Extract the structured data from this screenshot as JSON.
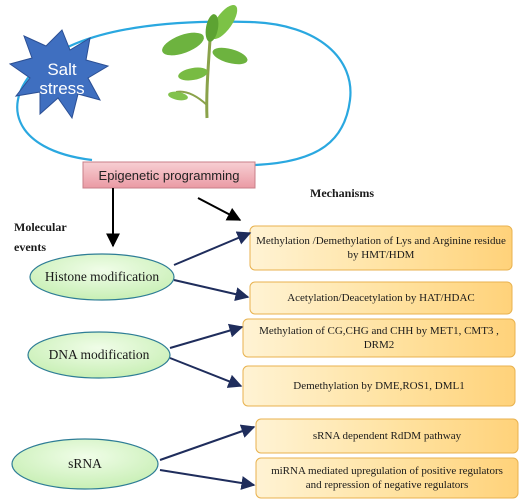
{
  "stress_label": "Salt stress",
  "programming_label": "Epigenetic programming",
  "mechanisms_heading": "Mechanisms",
  "molecular_events_heading": "Molecular events",
  "events": [
    {
      "label": "Histone modification"
    },
    {
      "label": "DNA modification"
    },
    {
      "label": "sRNA"
    }
  ],
  "mechanisms": [
    {
      "text": "Methylation /Demethylation of Lys and Arginine residue by HMT/HDM"
    },
    {
      "text": "Acetylation/Deacetylation by HAT/HDAC"
    },
    {
      "text": "Methylation of CG,CHG and CHH by MET1, CMT3 , DRM2"
    },
    {
      "text": "Demethylation by DME,ROS1, DML1"
    },
    {
      "text": "sRNA dependent RdDM pathway"
    },
    {
      "text": "miRNA mediated upregulation of positive regulators and repression of negative regulators"
    }
  ],
  "colors": {
    "star_fill": "#3f6fc0",
    "loop_stroke": "#2aa8e0",
    "epi_box_fill": "#f2b8bf",
    "ellipse_fill": "#d6f5c6",
    "ellipse_stroke": "#2e7d96",
    "mech_fill": "#ffe6a8",
    "mech_stroke": "#e8b24f",
    "arrow_color": "#1f2d5c",
    "leaf_green": "#6db33f"
  },
  "icons": {
    "stress": "starburst-icon",
    "plant": "seedling-icon"
  }
}
